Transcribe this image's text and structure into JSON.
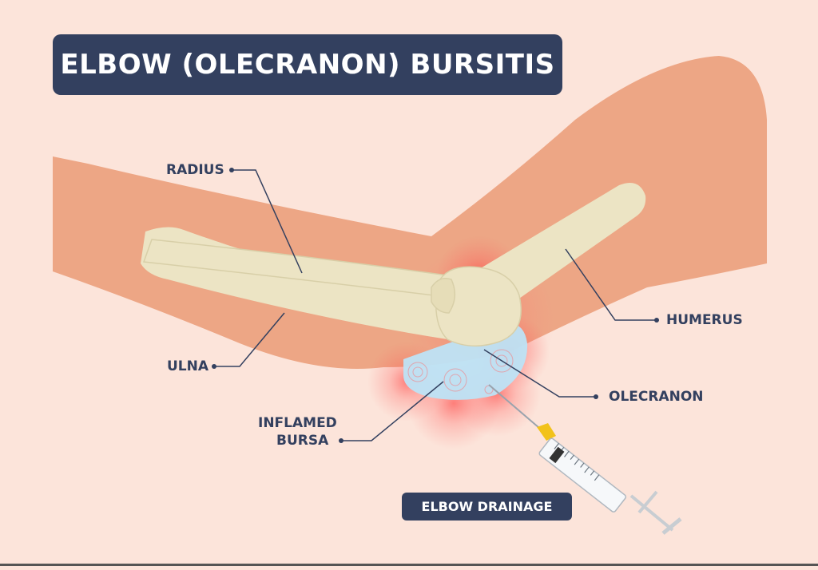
{
  "title": "ELBOW (OLECRANON) BURSITIS",
  "labels": {
    "radius": "RADIUS",
    "ulna": "ULNA",
    "humerus": "HUMERUS",
    "olecranon": "OLECRANON",
    "inflamed_bursa_line1": "INFLAMED",
    "inflamed_bursa_line2": "BURSA"
  },
  "badge": "ELBOW DRAINAGE",
  "colors": {
    "background": "#fce4da",
    "skin": "#eda685",
    "bone": "#ece4c4",
    "bursa": "#bde3f5",
    "inflammation": "#ff3b3b",
    "label_navy": "#33405f"
  }
}
